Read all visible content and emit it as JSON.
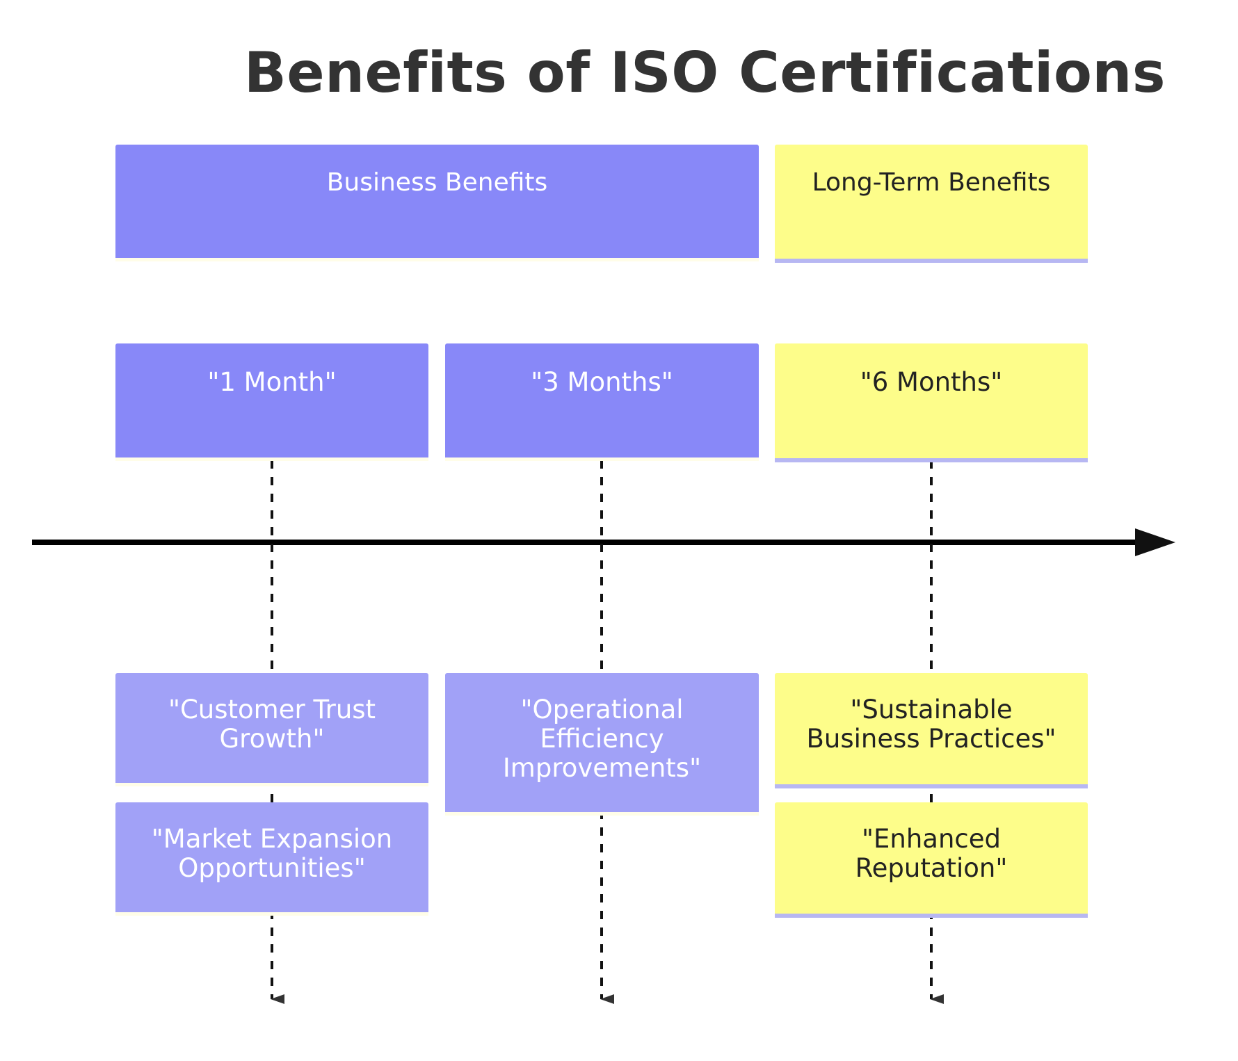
{
  "title": "Benefits of ISO Certifications",
  "sections": [
    {
      "label": "Business Benefits",
      "color": "#8888f8"
    },
    {
      "label": "Long-Term Benefits",
      "color": "#fdfd8a"
    }
  ],
  "periods": [
    {
      "label": "\"1 Month\"",
      "events": [
        "\"Customer Trust Growth\"",
        "\"Market Expansion Opportunities\""
      ]
    },
    {
      "label": "\"3 Months\"",
      "events": [
        "\"Operational Efficiency Improvements\""
      ]
    },
    {
      "label": "\"6 Months\"",
      "events": [
        "\"Sustainable Business Practices\"",
        "\"Enhanced Reputation\""
      ]
    }
  ]
}
